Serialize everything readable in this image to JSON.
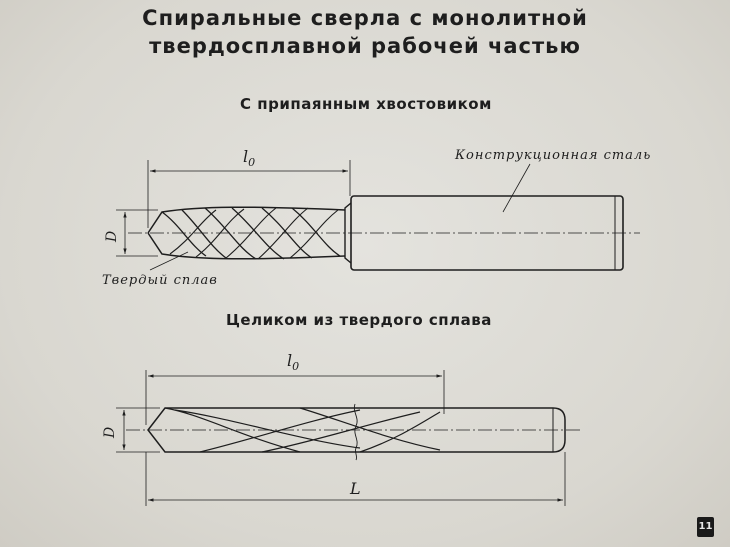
{
  "title": {
    "line1": "Спиральные сверла с монолитной",
    "line2": "твердосплавной рабочей частью"
  },
  "drill1": {
    "heading": "С припаянным хвостовиком",
    "shank_label": "Конструкционная сталь",
    "tip_label": "Твердый сплав",
    "dim_length": "l",
    "dim_length_sub": "0",
    "dim_diameter": "D"
  },
  "drill2": {
    "heading": "Целиком из твердого сплава",
    "dim_length": "l",
    "dim_length_sub": "0",
    "dim_total": "L",
    "dim_diameter": "D"
  },
  "slide_number": "11"
}
